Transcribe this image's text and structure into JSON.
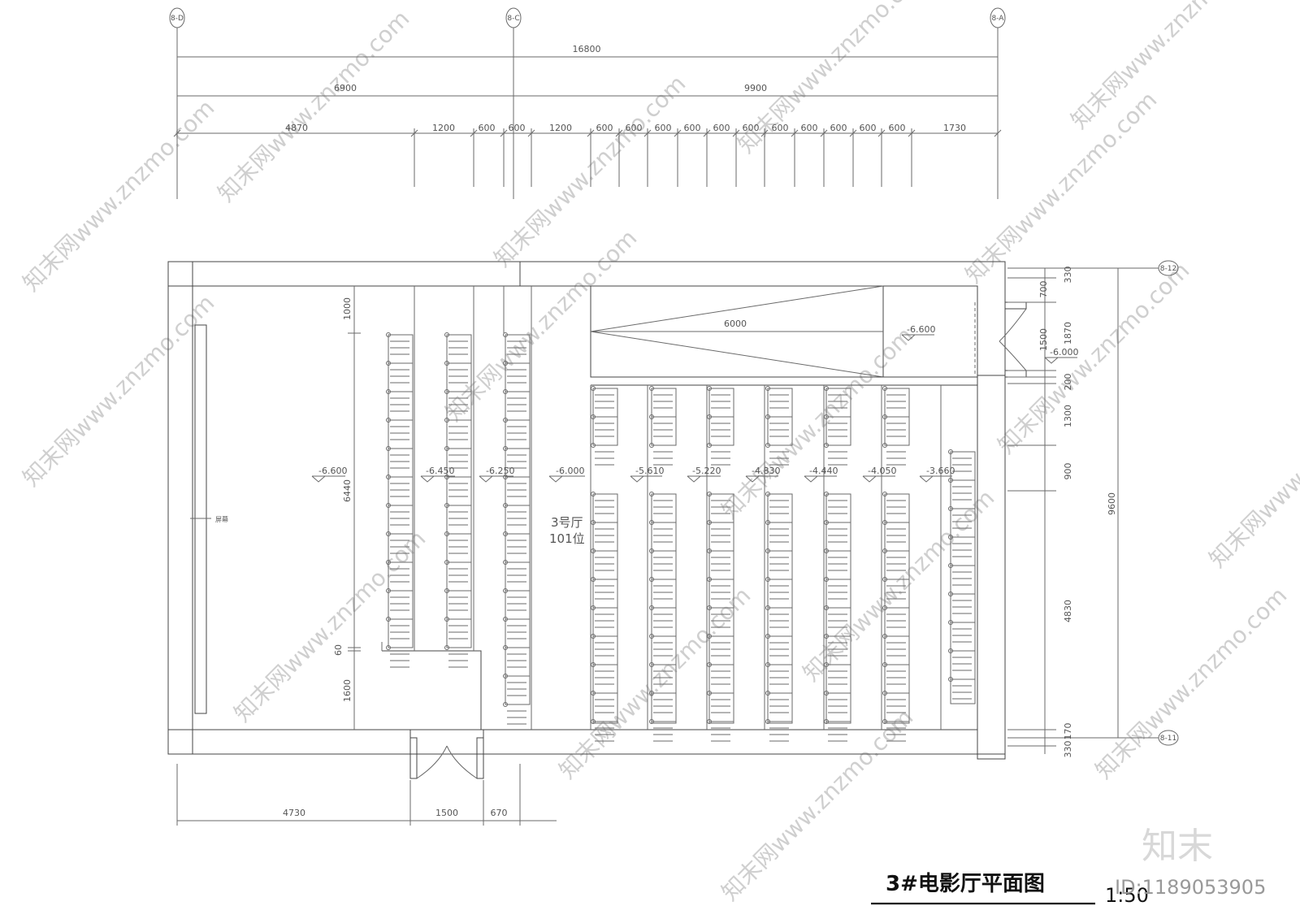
{
  "drawing": {
    "title": "3#电影厅平面图",
    "scale": "1:50",
    "room_name": "3号厅",
    "room_seats": "101位",
    "screen_label": "屏幕"
  },
  "axes": {
    "top": [
      "8-D",
      "8-C",
      "8-A"
    ],
    "right": [
      "8-12",
      "8-11"
    ]
  },
  "dimensions": {
    "top_total": "16800",
    "top_split": [
      "6900",
      "9900"
    ],
    "top_detail": [
      "4870",
      "1200",
      "600",
      "600",
      "1200",
      "600",
      "600",
      "600",
      "600",
      "600",
      "600",
      "600",
      "600",
      "600",
      "600",
      "600",
      "1730"
    ],
    "bottom": [
      "4730",
      "1500",
      "670"
    ],
    "right_outer": [
      "330",
      "700",
      "1870",
      "1500",
      "200",
      "1300",
      "900",
      "4830",
      "170",
      "330"
    ],
    "right_total": "9600",
    "left": [
      "1000",
      "6440",
      "60",
      "1600"
    ],
    "projection": "6000"
  },
  "levels": [
    "-6.600",
    "-6.450",
    "-6.250",
    "-6.000",
    "-5.610",
    "-5.220",
    "-4.830",
    "-4.440",
    "-4.050",
    "-3.660",
    "-6.600",
    "-6.000"
  ],
  "watermark": {
    "site": "知末网www.znzmo.com",
    "brand": "知末",
    "id": "ID:1189053905"
  }
}
